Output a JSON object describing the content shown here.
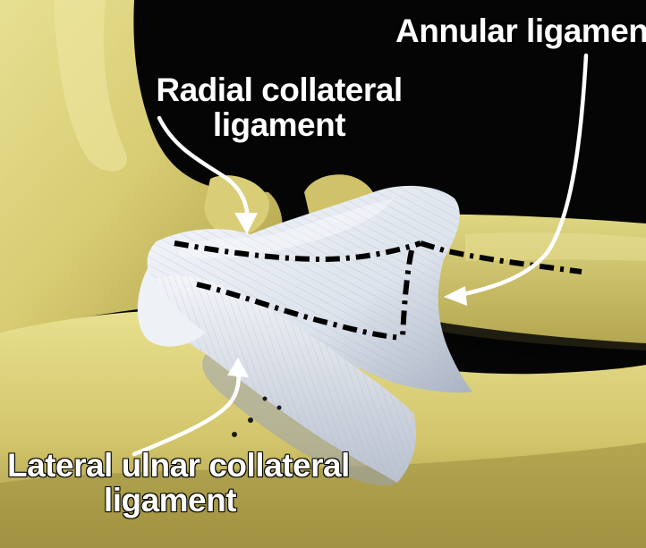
{
  "labels": {
    "radial_collateral": {
      "line1": "Radial collateral",
      "line2": "ligament"
    },
    "annular": {
      "line1": "Annular ligament"
    },
    "lateral_ulnar_collateral": {
      "line1": "Lateral ulnar collateral",
      "line2": "ligament"
    }
  },
  "colors": {
    "background": "#050505",
    "bone_light": "#e4dc8c",
    "bone_mid": "#cfc26a",
    "bone_dark": "#a89a44",
    "ligament_light": "#eef2f7",
    "ligament_mid": "#cfd6e2",
    "ligament_shadow": "#9aa3b3",
    "label_text": "#ffffff",
    "arrow": "#ffffff",
    "outline": "#000000"
  },
  "icons": {
    "radial_arrow": "curved-arrow-icon",
    "annular_arrow": "curved-arrow-icon",
    "lateral_arrow": "curved-arrow-icon"
  }
}
